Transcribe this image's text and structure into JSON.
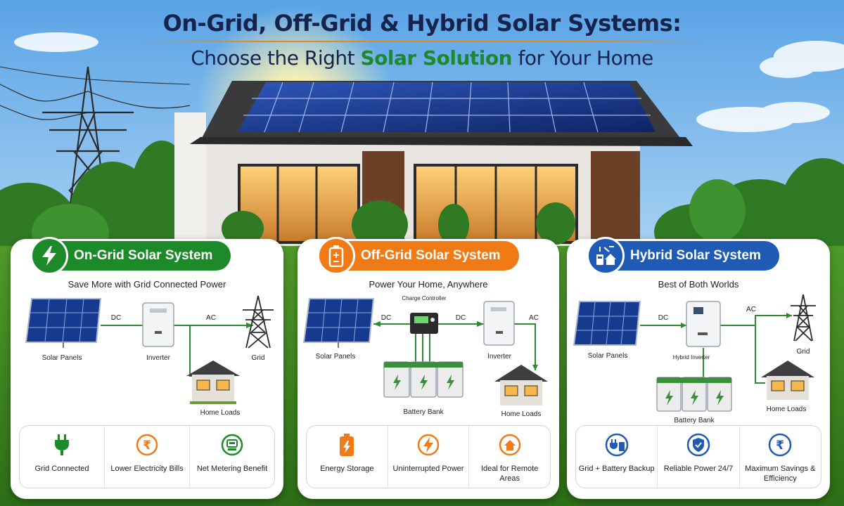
{
  "header": {
    "title_line1": "On-Grid, Off-Grid & Hybrid Solar Systems:",
    "title_line2_pre": "Choose the Right ",
    "title_line2_highlight": "Solar Solution",
    "title_line2_post": " for Your Home"
  },
  "colors": {
    "navy": "#15234d",
    "green": "#1d8a2a",
    "orange": "#f07a16",
    "blue": "#1f5bb4",
    "wire": "#2e8b2e"
  },
  "cards": [
    {
      "id": "on-grid",
      "title": "On-Grid Solar System",
      "subtitle": "Save More with Grid Connected Power",
      "icon": "lightning-icon",
      "labels": {
        "panels": "Solar Panels",
        "inverter": "Inverter",
        "grid": "Grid",
        "loads": "Home Loads",
        "dc": "DC",
        "ac": "AC"
      },
      "features": [
        {
          "icon": "plug-icon",
          "text": "Grid Connected"
        },
        {
          "icon": "rupee-icon",
          "text": "Lower Electricity Bills"
        },
        {
          "icon": "meter-icon",
          "text": "Net Metering Benefit"
        }
      ]
    },
    {
      "id": "off-grid",
      "title": "Off-Grid Solar System",
      "subtitle": "Power Your Home, Anywhere",
      "icon": "battery-icon",
      "labels": {
        "panels": "Solar Panels",
        "controller": "Charge Controller",
        "inverter": "Inverter",
        "battery": "Battery Bank",
        "loads": "Home Loads",
        "dc1": "DC",
        "dc2": "DC",
        "ac": "AC"
      },
      "features": [
        {
          "icon": "battery-icon",
          "text": "Energy Storage"
        },
        {
          "icon": "bolt-circle-icon",
          "text": "Uninterrupted Power"
        },
        {
          "icon": "remote-home-icon",
          "text": "Ideal for Remote Areas"
        }
      ]
    },
    {
      "id": "hybrid",
      "title": "Hybrid Solar System",
      "subtitle": "Best of Both Worlds",
      "icon": "hybrid-icon",
      "labels": {
        "panels": "Solar Panels",
        "inverter": "Hybrid Inverter",
        "grid": "Grid",
        "battery": "Battery Bank",
        "loads": "Home Loads",
        "dc": "DC",
        "ac": "AC"
      },
      "features": [
        {
          "icon": "plug-battery-icon",
          "text": "Grid + Battery Backup"
        },
        {
          "icon": "shield-check-icon",
          "text": "Reliable Power 24/7"
        },
        {
          "icon": "rupee-circle-icon",
          "text": "Maximum Savings & Efficiency"
        }
      ]
    }
  ]
}
